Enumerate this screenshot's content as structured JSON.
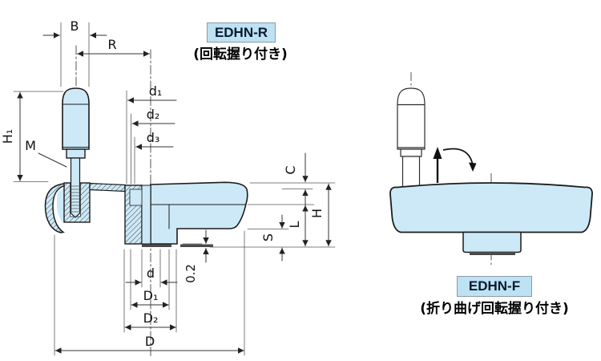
{
  "drawing": {
    "left_view": {
      "variant_label": "EDHN-R",
      "variant_caption": "(回転握り付き)",
      "dims": {
        "b": "B",
        "r": "R",
        "h1": "H₁",
        "m": "M",
        "d1": "d₁",
        "d2": "d₂",
        "d3": "d₃",
        "c": "C",
        "h": "H",
        "l": "L",
        "s": "S",
        "d": "d",
        "D1": "D₁",
        "D2": "D₂",
        "D": "D",
        "gap": "0.2"
      }
    },
    "right_view": {
      "variant_label": "EDHN-F",
      "variant_caption": "(折り曲げ回転握り付き)"
    },
    "colors": {
      "part_fill": "#cde9f7",
      "outline": "#1c1c1c",
      "dimension_line": "#3a3a3a",
      "label_box_fill": "#bce2f3",
      "label_box_border": "#8d9aa5",
      "insert_dark": "#4a4a4a",
      "background": "#ffffff"
    }
  }
}
